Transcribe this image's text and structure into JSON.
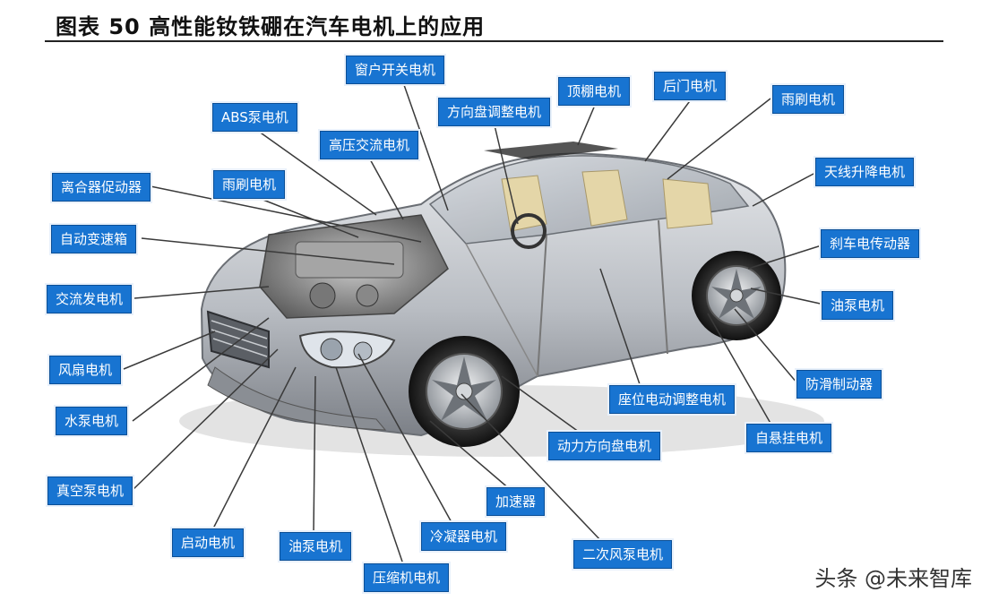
{
  "title": "图表 50 高性能钕铁硼在汽车电机上的应用",
  "watermark": "头条 @未来智库",
  "colors": {
    "label_bg": "#1874d1",
    "line": "#3a3a3a"
  },
  "labels": {
    "window": "窗户开关电机",
    "steering_adjust": "方向盘调整电机",
    "roof": "顶棚电机",
    "rear_door": "后门电机",
    "wiper_rear": "雨刷电机",
    "abs": "ABS泵电机",
    "hv_ac": "高压交流电机",
    "clutch": "离合器促动器",
    "wiper_front": "雨刷电机",
    "antenna": "天线升降电机",
    "auto_trans": "自动变速箱",
    "brake_actuator": "刹车电传动器",
    "alternator": "交流发电机",
    "oil_pump_right": "油泵电机",
    "fan": "风扇电机",
    "anti_skid": "防滑制动器",
    "water_pump": "水泵电机",
    "seat": "座位电动调整电机",
    "suspension": "自悬挂电机",
    "power_steering": "动力方向盘电机",
    "vacuum_pump": "真空泵电机",
    "accelerator": "加速器",
    "starter": "启动电机",
    "condenser": "冷凝器电机",
    "oil_pump_bottom": "油泵电机",
    "secondary_air": "二次风泵电机",
    "compressor": "压缩机电机"
  }
}
